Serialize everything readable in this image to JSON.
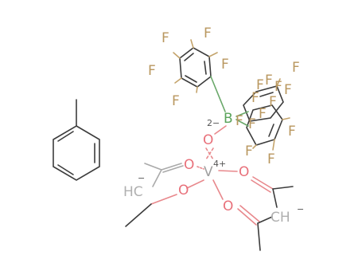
{
  "atoms": {
    "F": "F",
    "B": "B",
    "O": "O",
    "V": "V",
    "HC": "HC",
    "CH": "CH"
  },
  "charges": {
    "B": "2−",
    "V": "4+",
    "neg": "−"
  },
  "colors": {
    "bond": "#3c3c3c",
    "fluorine": "#b9975f",
    "oxygen": "#e8707a",
    "boron": "#59a35a",
    "vanadium": "#a0a0a0",
    "carbon_gray": "#b0b0b0"
  }
}
